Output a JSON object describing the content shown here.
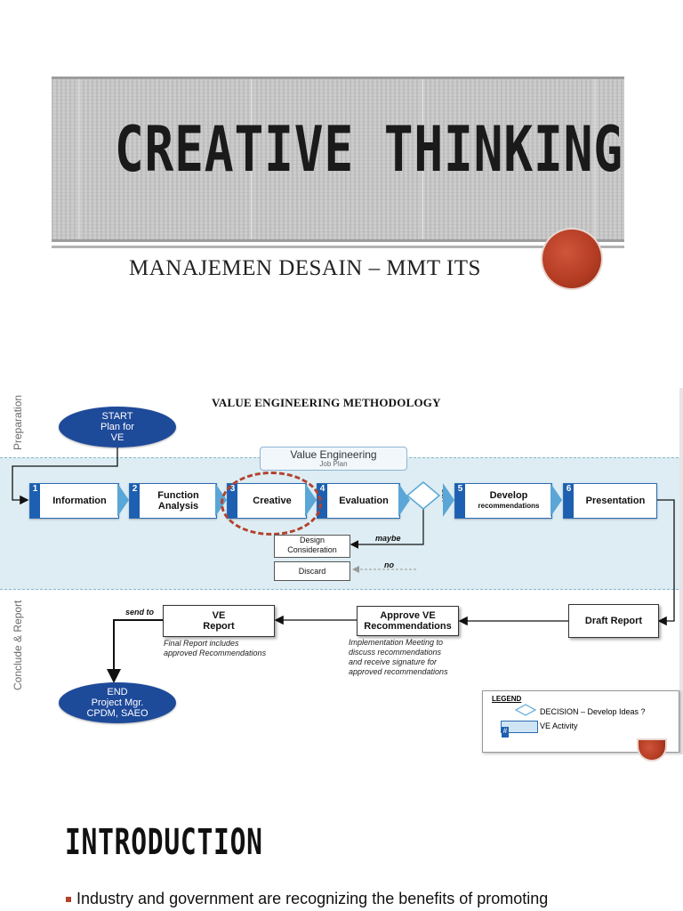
{
  "slide1": {
    "title": "CREATIVE THINKING",
    "subtitle": "MANAJEMEN DESAIN – MMT ITS"
  },
  "diagram": {
    "title": "VALUE ENGINEERING METHODOLOGY",
    "phases": {
      "preparation": "Preparation",
      "conclude": "Conclude & Report"
    },
    "start": {
      "line1": "START",
      "line2": "Plan for",
      "line3": "VE"
    },
    "end": {
      "line1": "END",
      "line2": "Project Mgr.",
      "line3": "CPDM, SAEO"
    },
    "ve_box": {
      "title": "Value Engineering",
      "sub": "Job Plan"
    },
    "steps": [
      {
        "num": "1",
        "label": "Information",
        "sub": ""
      },
      {
        "num": "2",
        "label": "Function Analysis",
        "sub": ""
      },
      {
        "num": "3",
        "label": "Creative",
        "sub": ""
      },
      {
        "num": "4",
        "label": "Evaluation",
        "sub": ""
      },
      {
        "num": "5",
        "label": "Develop",
        "sub": "recommendations"
      },
      {
        "num": "6",
        "label": "Presentation",
        "sub": ""
      }
    ],
    "design_consideration": "Design Consideration",
    "discard": "Discard",
    "maybe": "maybe",
    "no": "no",
    "yes": "yes",
    "draft_report": "Draft Report",
    "approve": {
      "line1": "Approve VE",
      "line2": "Recommendations"
    },
    "approve_note": [
      "Implementation Meeting to",
      "discuss recommendations",
      "and receive signature for",
      "approved recommendations"
    ],
    "ve_report": {
      "line1": "VE",
      "line2": "Report"
    },
    "ve_report_note": [
      "Final Report includes",
      "approved Recommendations"
    ],
    "send_to": "send to",
    "legend": {
      "title": "LEGEND",
      "decision": "DECISION – Develop Ideas ?",
      "activity_marker": "#",
      "activity": "VE Activity"
    }
  },
  "slide3": {
    "title": "INTRODUCTION",
    "bullet": "Industry and government are recognizing the benefits of promoting"
  },
  "colors": {
    "accent_red": "#b23b22",
    "step_blue": "#1d5fb0",
    "band_blue": "#ddedf3",
    "oval_blue": "#1e4a9a"
  }
}
